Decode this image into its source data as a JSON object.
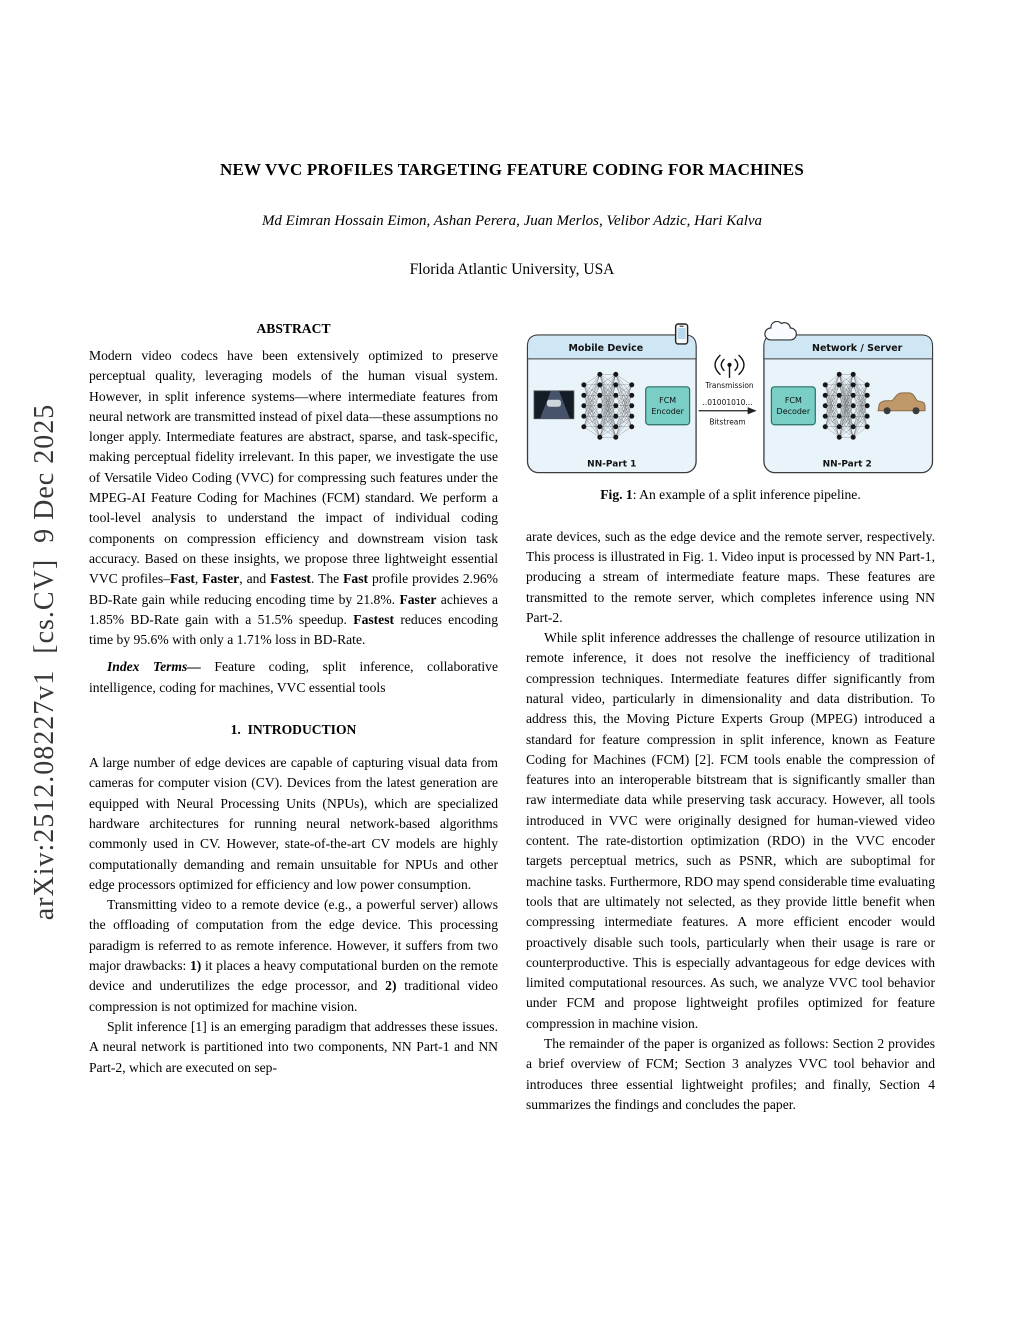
{
  "arxiv_label": "arXiv:2512.08227v1  [cs.CV]  9 Dec 2025",
  "header": {
    "title": "NEW VVC PROFILES TARGETING FEATURE CODING FOR MACHINES",
    "authors": "Md Eimran Hossain Eimon, Ashan Perera, Juan Merlos, Velibor Adzic, Hari Kalva",
    "affiliation": "Florida Atlantic University, USA"
  },
  "abstract": {
    "heading": "ABSTRACT",
    "segments": [
      {
        "text": "Modern video codecs have been extensively optimized to preserve perceptual quality, leveraging models of the human visual system. However, in split inference systems—where intermediate features from neural network are transmitted instead of pixel data—these assumptions no longer apply. Intermediate features are abstract, sparse, and task-specific, making perceptual fidelity irrelevant. In this paper, we investigate the use of Versatile Video Coding (VVC) for compressing such features under the MPEG-AI Feature Coding for Machines (FCM) standard. We perform a tool-level analysis to understand the impact of individual coding components on compression efficiency and downstream vision task accuracy. Based on these insights, we propose three lightweight essential VVC profiles–"
      },
      {
        "text": "Fast"
      },
      {
        "text": ", "
      },
      {
        "text": "Faster"
      },
      {
        "text": ", and "
      },
      {
        "text": "Fastest"
      },
      {
        "text": ". The "
      },
      {
        "text": "Fast"
      },
      {
        "text": " profile provides 2.96% BD-Rate gain while reducing encoding time by 21.8%. "
      },
      {
        "text": "Faster"
      },
      {
        "text": " achieves a 1.85% BD-Rate gain with a 51.5% speedup. "
      },
      {
        "text": "Fastest"
      },
      {
        "text": " reduces encoding time by 95.6% with only a 1.71% loss in BD-Rate."
      }
    ],
    "index_terms_label": "Index Terms—",
    "index_terms_text": " Feature coding, split inference, collaborative intelligence, coding for machines, VVC essential tools"
  },
  "introduction": {
    "heading": "1.  INTRODUCTION",
    "p1": "A large number of edge devices are capable of capturing visual data from cameras for computer vision (CV). Devices from the latest generation are equipped with Neural Processing Units (NPUs), which are specialized hardware architectures for running neural network-based algorithms commonly used in CV. However, state-of-the-art CV models are highly computationally demanding and remain unsuitable for NPUs and other edge processors optimized for efficiency and low power consumption.",
    "p2_segments": [
      {
        "text": "Transmitting video to a remote device (e.g., a powerful server) allows the offloading of computation from the edge device. This processing paradigm is referred to as remote inference. However, it suffers from two major drawbacks: "
      },
      {
        "text": "1)"
      },
      {
        "text": " it places a heavy computational burden on the remote device and underutilizes the edge processor, and "
      },
      {
        "text": "2)"
      },
      {
        "text": " traditional video compression is not optimized for machine vision."
      }
    ],
    "p3": "Split inference [1] is an emerging paradigm that addresses these issues. A neural network is partitioned into two components, NN Part-1 and NN Part-2, which are executed on sep-"
  },
  "figure": {
    "caption_label": "Fig. 1",
    "caption_text": ": An example of a split inference pipeline.",
    "mobile_device": "Mobile Device",
    "network_server": "Network / Server",
    "fcm_line1": "FCM",
    "fcm_encoder_line2": "Encoder",
    "fcm_decoder_line2": "Decoder",
    "transmission": "Transmission",
    "bitstream_bits": "..01001010...",
    "bitstream_label": "Bitstream",
    "nn_part1": "NN-Part 1",
    "nn_part2": "NN-Part 2"
  },
  "continuation": {
    "p1": "arate devices, such as the edge device and the remote server, respectively. This process is illustrated in Fig. 1. Video input is processed by NN Part-1, producing a stream of intermediate feature maps. These features are transmitted to the remote server, which completes inference using NN Part-2.",
    "p2": "While split inference addresses the challenge of resource utilization in remote inference, it does not resolve the inefficiency of traditional compression techniques. Intermediate features differ significantly from natural video, particularly in dimensionality and data distribution. To address this, the Moving Picture Experts Group (MPEG) introduced a standard for feature compression in split inference, known as Feature Coding for Machines (FCM) [2]. FCM tools enable the compression of features into an interoperable bitstream that is significantly smaller than raw intermediate data while preserving task accuracy. However, all tools introduced in VVC were originally designed for human-viewed video content. The rate-distortion optimization (RDO) in the VVC encoder targets perceptual metrics, such as PSNR, which are suboptimal for machine tasks. Furthermore, RDO may spend considerable time evaluating tools that are ultimately not selected, as they provide little benefit when compressing intermediate features. A more efficient encoder would proactively disable such tools, particularly when their usage is rare or counterproductive. This is especially advantageous for edge devices with limited computational resources. As such, we analyze VVC tool behavior under FCM and propose lightweight profiles optimized for feature compression in machine vision.",
    "p3": "The remainder of the paper is organized as follows: Section 2 provides a brief overview of FCM; Section 3 analyzes VVC tool behavior and introduces three essential lightweight profiles; and finally, Section 4 summarizes the findings and concludes the paper."
  },
  "colors": {
    "device_box_fill": "#e9f3fa",
    "device_box_border": "#3c3c3c",
    "header_band_fill": "#cfe7f4",
    "fcm_box_fill": "#79cec5",
    "fcm_box_border": "#2a6f66",
    "car_icon_fill": "#c0986a",
    "thumbnail_bg": "#141c26"
  }
}
